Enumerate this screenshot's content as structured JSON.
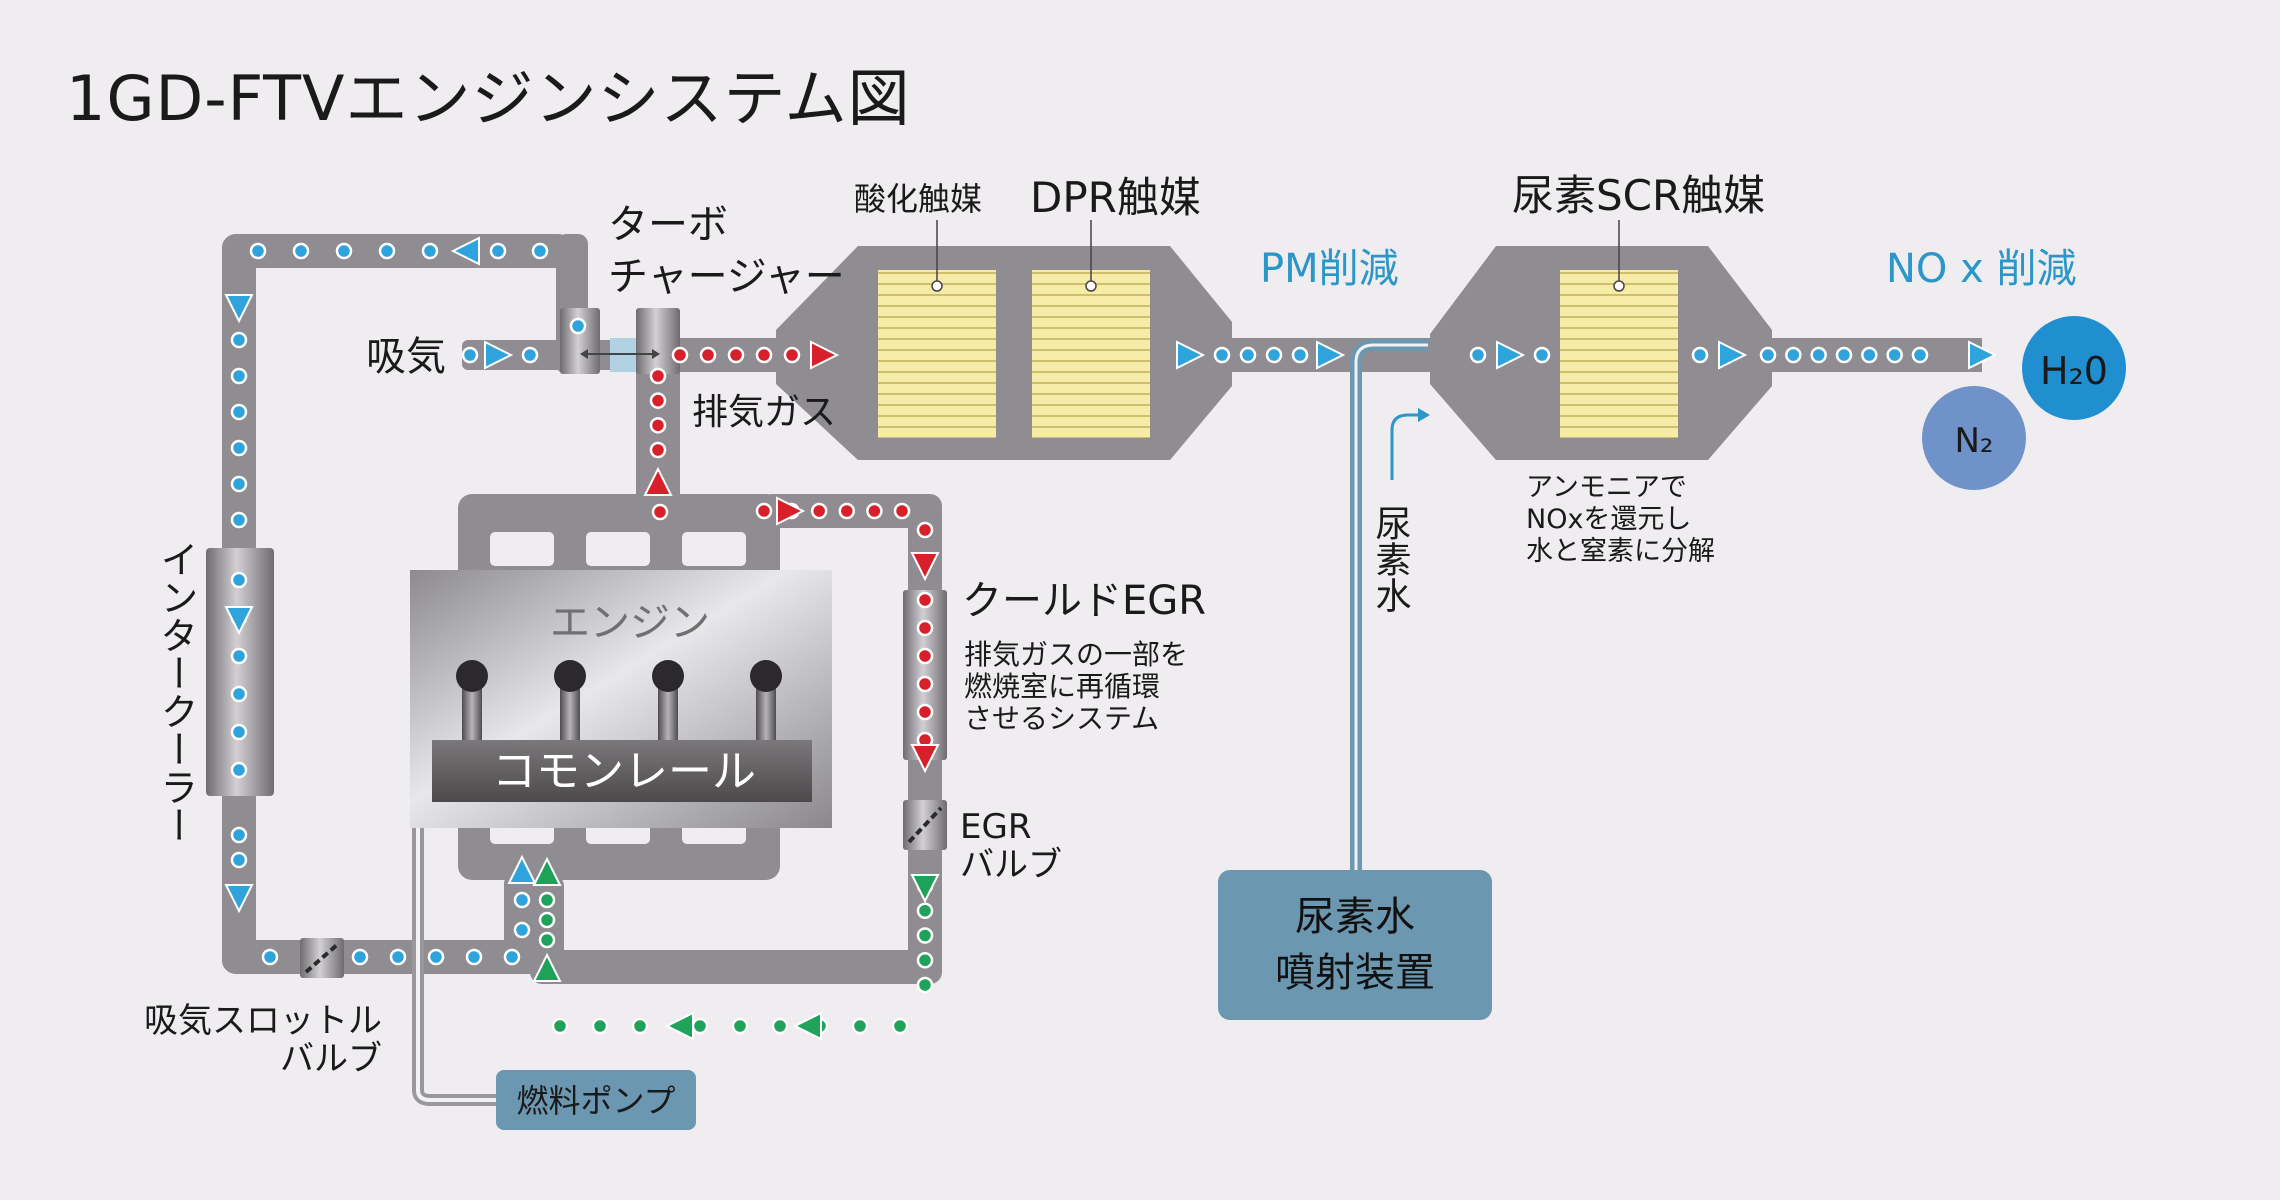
{
  "title": "1GD-FTVエンジンシステム図",
  "labels": {
    "turbo": [
      "ターボ",
      "チャージャー"
    ],
    "intake": "吸気",
    "exhaust_gas": "排気ガス",
    "oxidation_catalyst": "酸化触媒",
    "dpr_catalyst": "DPR触媒",
    "pm_reduction": "PM削減",
    "scr_catalyst": "尿素SCR触媒",
    "nox_reduction": "NO x 削減",
    "h2o": "H₂0",
    "n2": "N₂",
    "scr_note": [
      "アンモニアで",
      "NOxを還元し",
      "水と窒素に分解"
    ],
    "urea_water": "尿素水",
    "urea_injector": [
      "尿素水",
      "噴射装置"
    ],
    "intercooler": "インタークーラー",
    "engine": "エンジン",
    "common_rail": "コモンレール",
    "cooled_egr": "クールドEGR",
    "egr_note": [
      "排気ガスの一部を",
      "燃焼室に再循環",
      "させるシステム"
    ],
    "egr_valve": [
      "EGR",
      "バルブ"
    ],
    "throttle_valve": [
      "吸気スロットル",
      "バルブ"
    ],
    "fuel_pump": "燃料ポンプ"
  },
  "colors": {
    "background": "#efedf0",
    "pipe": "#8f8c92",
    "intake_dot": "#2fa4dc",
    "exhaust_dot": "#d8202a",
    "egr_return_dot": "#1fa25a",
    "label_blue": "#2b96c8",
    "h2o": "#1f8fcf",
    "n2": "#6f93c9",
    "urea_box": "#6b97b1",
    "catalyst": "#f6eca8"
  }
}
